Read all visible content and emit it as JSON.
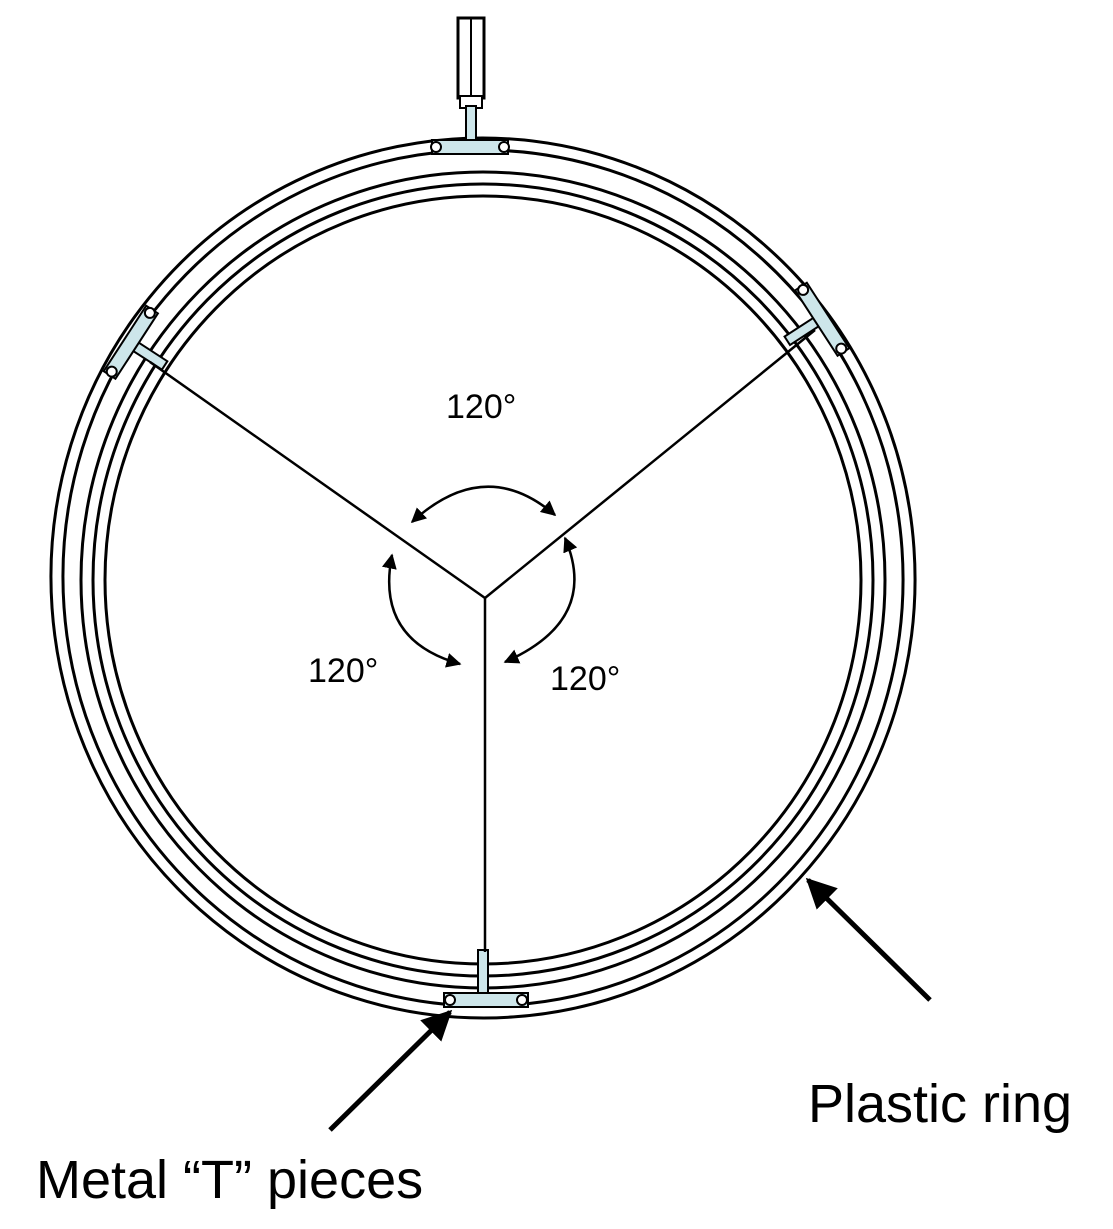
{
  "diagram": {
    "angle_labels": {
      "top": "120°",
      "left": "120°",
      "right": "120°"
    },
    "callouts": {
      "plastic_ring": "Plastic ring",
      "metal_t_pieces": "Metal “T” pieces"
    },
    "colors": {
      "stroke": "#000000",
      "t_piece_fill": "#cde6ea"
    }
  }
}
